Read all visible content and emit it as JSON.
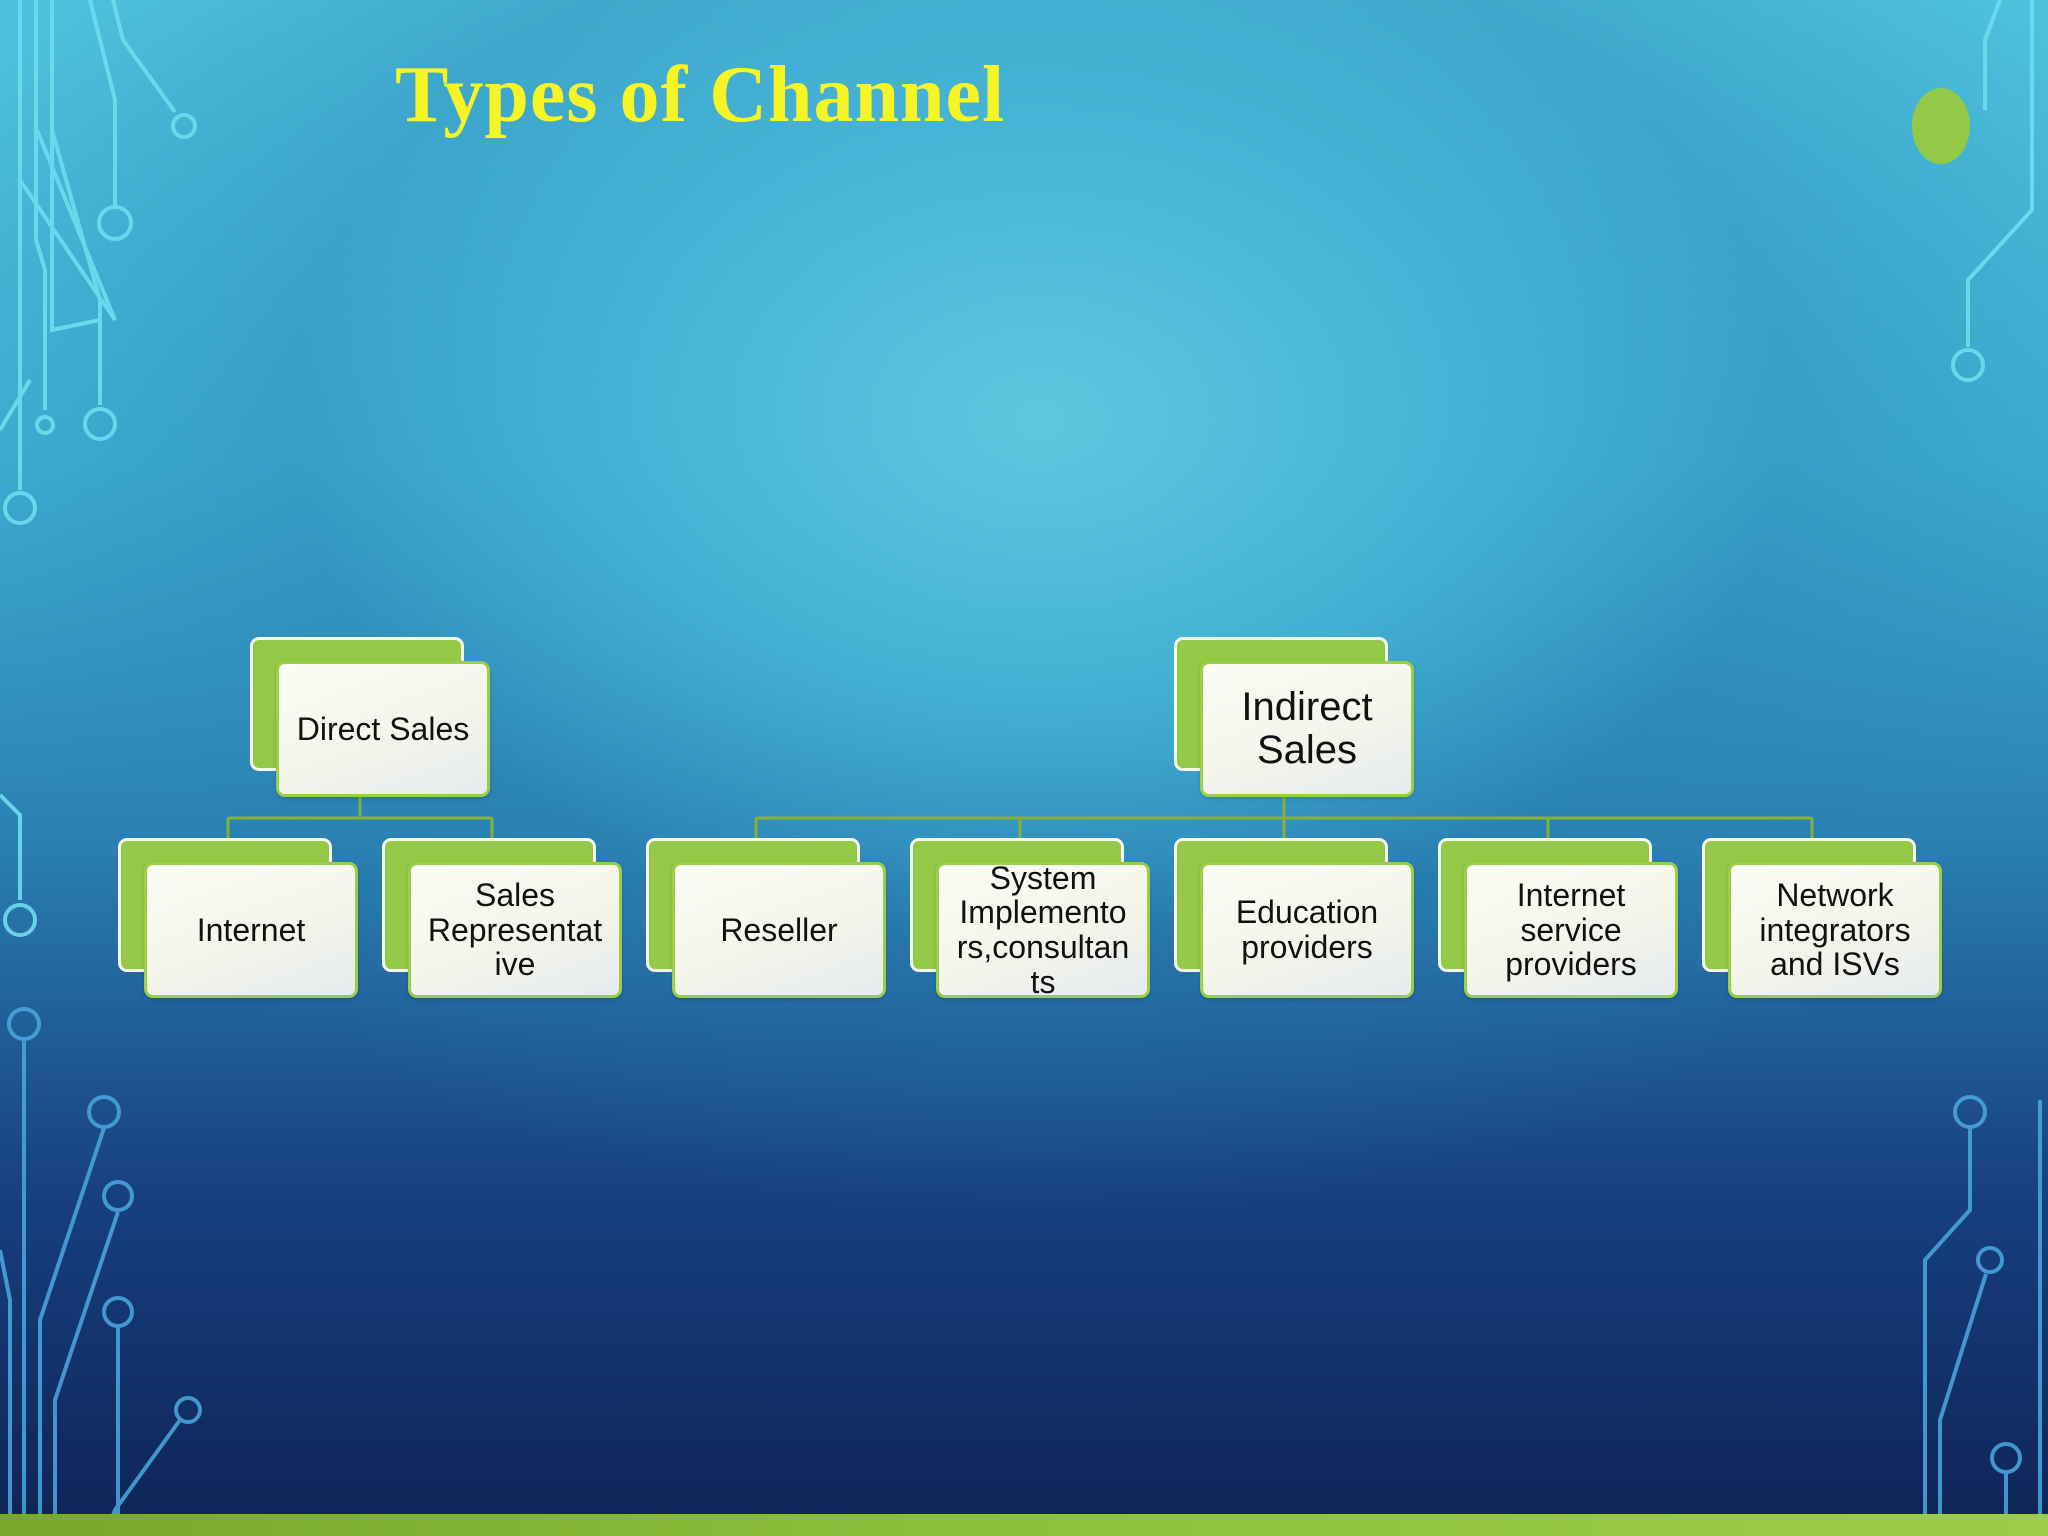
{
  "slide": {
    "title": "Types of Channel"
  },
  "colors": {
    "title": "#f7f425",
    "accent_green": "#93c947",
    "box_fill": "#f5f6ec",
    "connector": "#86b03a"
  },
  "diagram": {
    "roots": [
      {
        "label": "Direct Sales",
        "children": [
          {
            "label": "Internet"
          },
          {
            "label": "Sales Representat ive"
          }
        ]
      },
      {
        "label": "Indirect Sales",
        "children": [
          {
            "label": "Reseller"
          },
          {
            "label": "System Implemento rs,consultan ts"
          },
          {
            "label": "Education providers"
          },
          {
            "label": "Internet service providers"
          },
          {
            "label": "Network integrators and ISVs"
          }
        ]
      }
    ]
  }
}
